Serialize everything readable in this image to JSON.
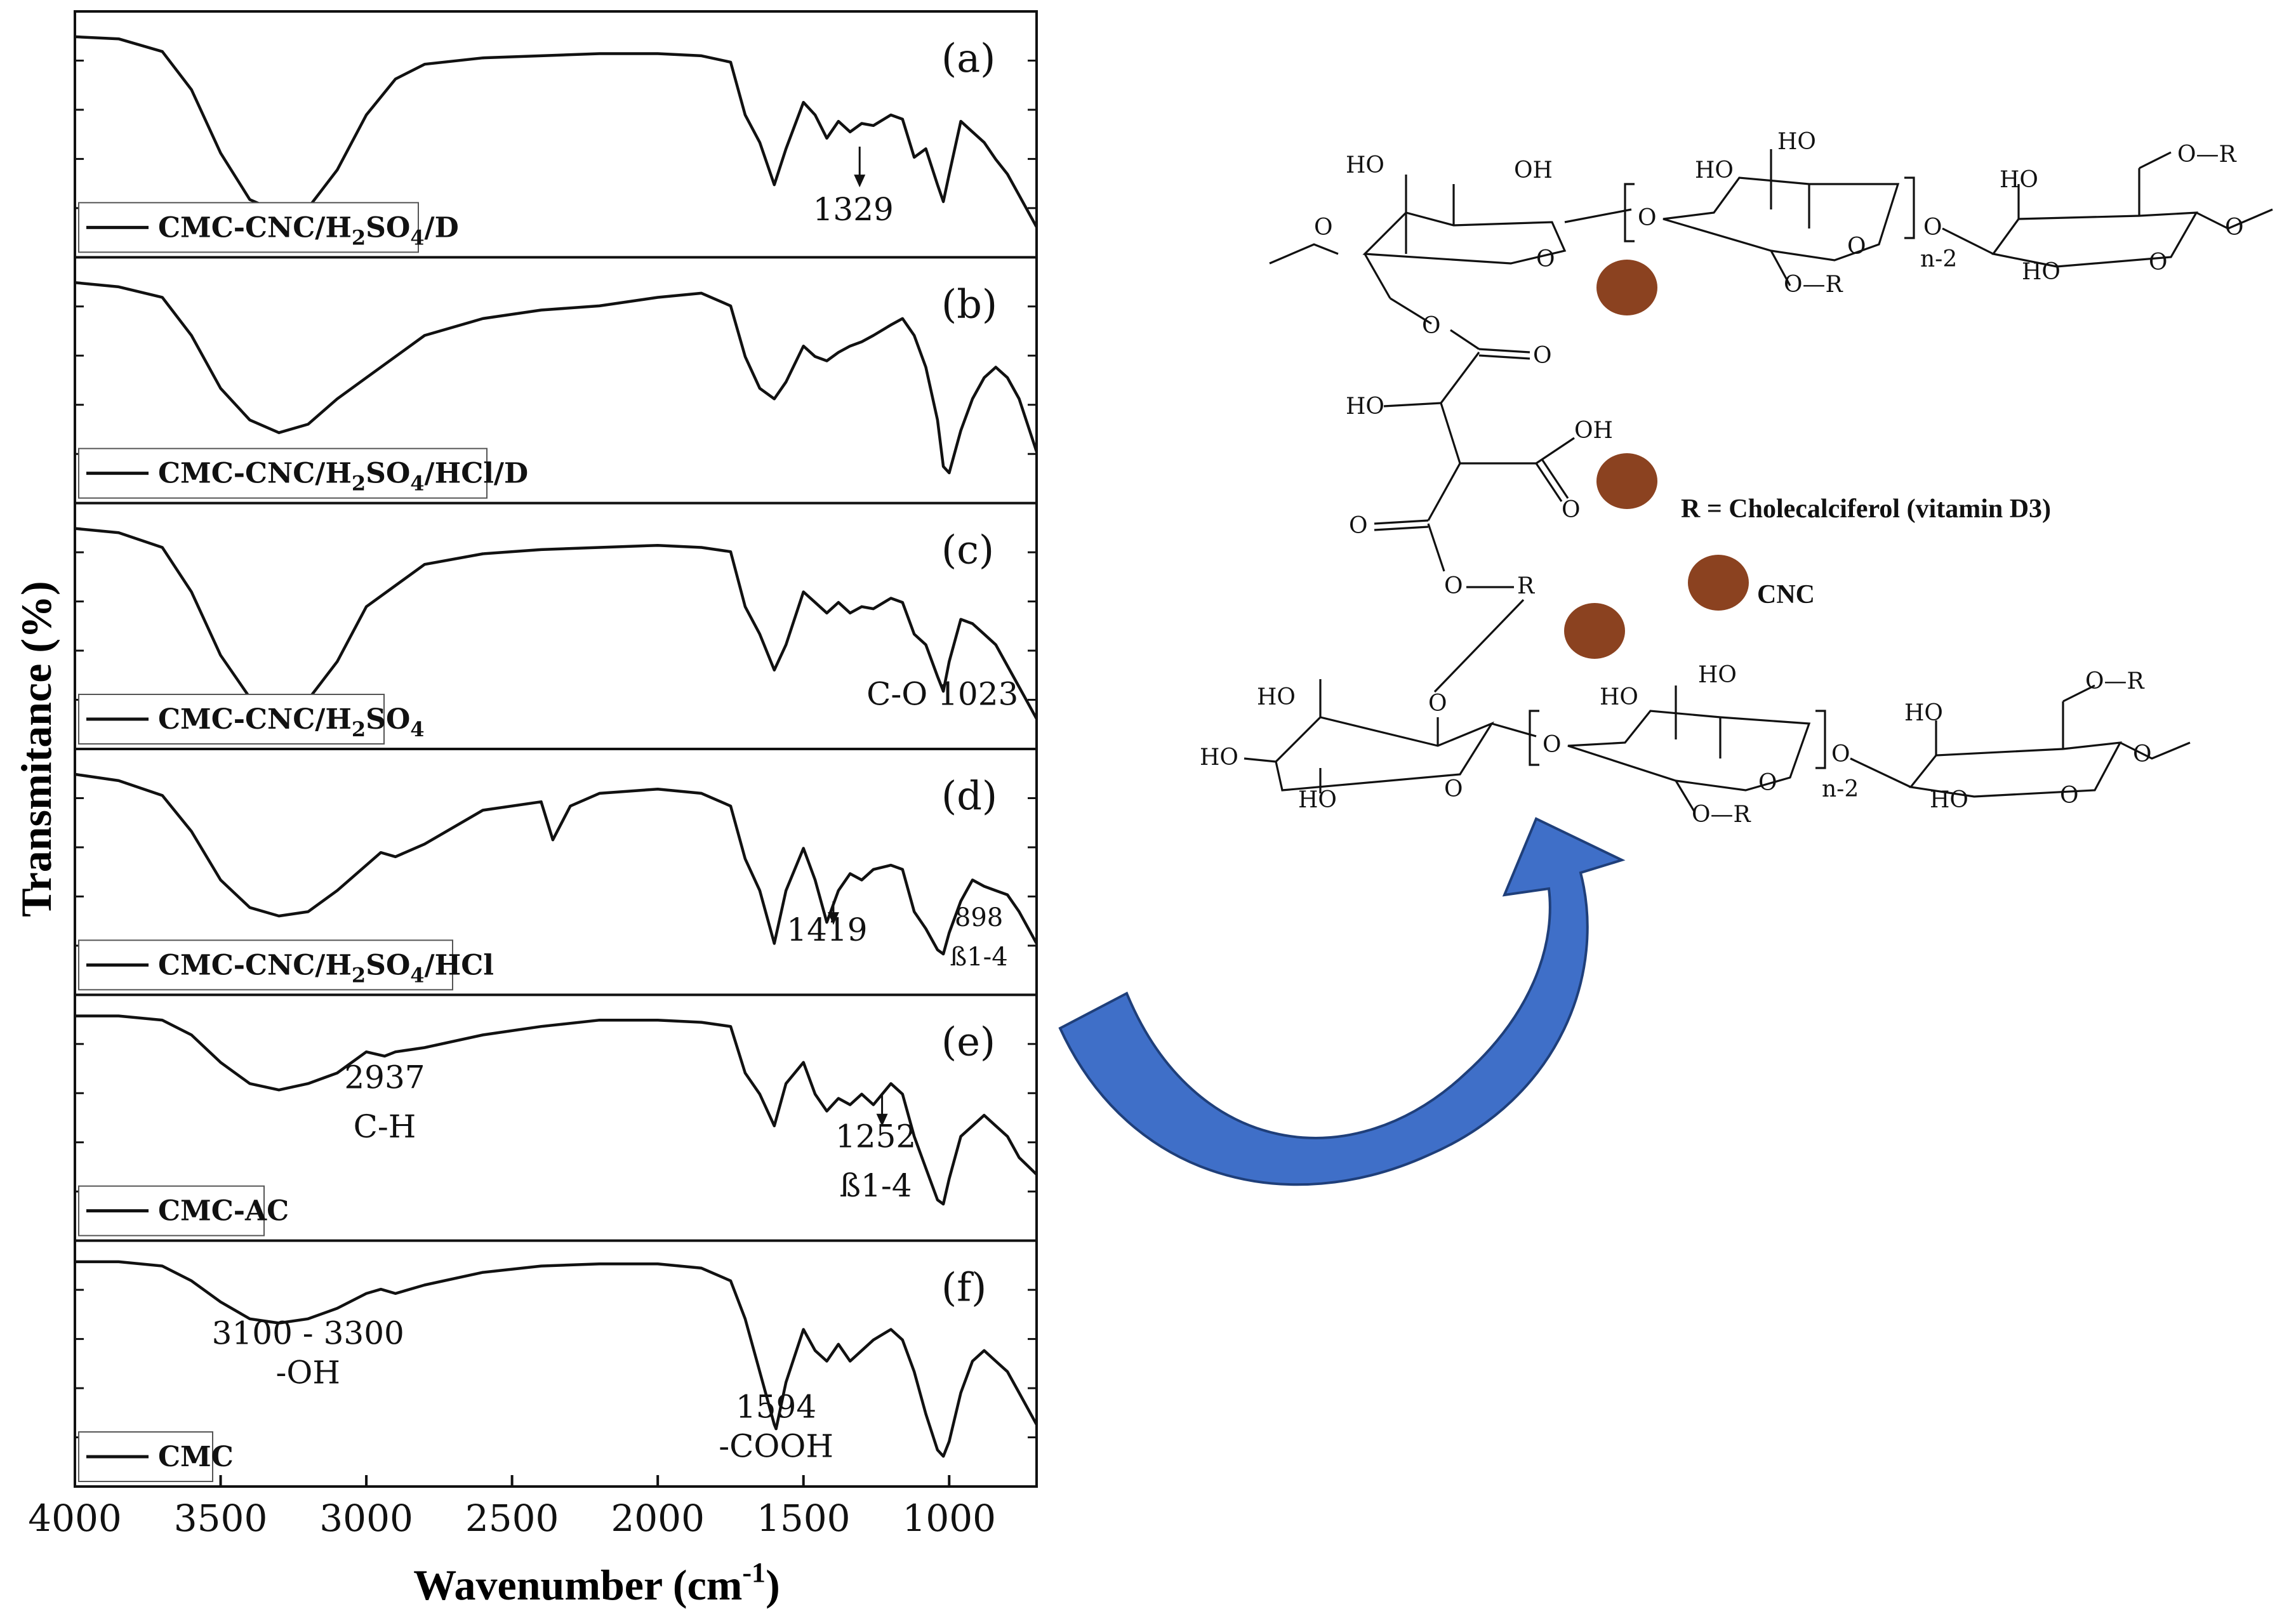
{
  "chart_data": {
    "type": "line",
    "xlabel_main": "Wavenumber (cm",
    "xlabel_sup": "-1",
    "xlabel_close": ")",
    "ylabel": "Transmitance (%)",
    "xlim": [
      4000,
      700
    ],
    "x_ticks": [
      "4000",
      "3500",
      "3000",
      "2500",
      "2000",
      "1500",
      "1000"
    ],
    "x_tick_values": [
      4000,
      3500,
      3000,
      2500,
      2000,
      1500,
      1000
    ],
    "grid": false,
    "panels": [
      {
        "tag": "(a)",
        "name_html": "CMC-CNC/H<sub>2</sub>SO<sub>4</sub>/D",
        "legend": {
          "pre": "CMC-CNC/H",
          "s1": "2",
          "mid": "SO",
          "s2": "4",
          "post": "/D"
        },
        "annotations": [
          {
            "text": "1329",
            "x": 1329
          }
        ],
        "x": [
          4000,
          3850,
          3700,
          3600,
          3500,
          3400,
          3300,
          3200,
          3100,
          3000,
          2900,
          2800,
          2600,
          2400,
          2200,
          2000,
          1850,
          1750,
          1700,
          1650,
          1600,
          1560,
          1500,
          1460,
          1420,
          1380,
          1340,
          1300,
          1260,
          1200,
          1160,
          1120,
          1080,
          1040,
          1020,
          1000,
          960,
          920,
          880,
          840,
          800,
          760,
          700
        ],
        "y": [
          0.05,
          0.06,
          0.12,
          0.3,
          0.6,
          0.82,
          0.88,
          0.86,
          0.68,
          0.42,
          0.25,
          0.18,
          0.15,
          0.14,
          0.13,
          0.13,
          0.14,
          0.17,
          0.42,
          0.55,
          0.75,
          0.58,
          0.36,
          0.42,
          0.53,
          0.45,
          0.5,
          0.46,
          0.47,
          0.42,
          0.44,
          0.62,
          0.58,
          0.75,
          0.83,
          0.7,
          0.45,
          0.5,
          0.55,
          0.63,
          0.7,
          0.8,
          0.95
        ]
      },
      {
        "tag": "(b)",
        "name_html": "CMC-CNC/H<sub>2</sub>SO<sub>4</sub>/HCl/D",
        "legend": {
          "pre": "CMC-CNC/H",
          "s1": "2",
          "mid": "SO",
          "s2": "4",
          "post": "/HCl/D"
        },
        "annotations": [],
        "x": [
          4000,
          3850,
          3700,
          3600,
          3500,
          3400,
          3300,
          3200,
          3100,
          3000,
          2900,
          2800,
          2600,
          2400,
          2200,
          2000,
          1850,
          1750,
          1700,
          1650,
          1600,
          1560,
          1500,
          1460,
          1420,
          1380,
          1340,
          1300,
          1260,
          1200,
          1160,
          1120,
          1080,
          1040,
          1020,
          1000,
          960,
          920,
          880,
          840,
          800,
          760,
          700
        ],
        "y": [
          0.05,
          0.07,
          0.12,
          0.3,
          0.55,
          0.7,
          0.76,
          0.72,
          0.6,
          0.5,
          0.4,
          0.3,
          0.22,
          0.18,
          0.16,
          0.12,
          0.1,
          0.16,
          0.4,
          0.55,
          0.6,
          0.52,
          0.35,
          0.4,
          0.42,
          0.38,
          0.35,
          0.33,
          0.3,
          0.25,
          0.22,
          0.3,
          0.45,
          0.7,
          0.92,
          0.95,
          0.75,
          0.6,
          0.5,
          0.45,
          0.5,
          0.6,
          0.85
        ]
      },
      {
        "tag": "(c)",
        "name_html": "CMC-CNC/H<sub>2</sub>SO<sub>4</sub>",
        "legend": {
          "pre": "CMC-CNC/H",
          "s1": "2",
          "mid": "SO",
          "s2": "4",
          "post": ""
        },
        "annotations": [
          {
            "text": "C-O 1023",
            "x": 1023
          }
        ],
        "x": [
          4000,
          3850,
          3700,
          3600,
          3500,
          3400,
          3300,
          3200,
          3100,
          3000,
          2900,
          2800,
          2600,
          2400,
          2200,
          2000,
          1850,
          1750,
          1700,
          1650,
          1600,
          1560,
          1500,
          1460,
          1420,
          1380,
          1340,
          1300,
          1260,
          1200,
          1160,
          1120,
          1080,
          1040,
          1020,
          1000,
          960,
          920,
          880,
          840,
          800,
          760,
          700
        ],
        "y": [
          0.05,
          0.07,
          0.14,
          0.35,
          0.65,
          0.85,
          0.9,
          0.86,
          0.68,
          0.42,
          0.32,
          0.22,
          0.17,
          0.15,
          0.14,
          0.13,
          0.14,
          0.16,
          0.42,
          0.55,
          0.72,
          0.6,
          0.35,
          0.4,
          0.45,
          0.4,
          0.45,
          0.42,
          0.43,
          0.38,
          0.4,
          0.55,
          0.6,
          0.75,
          0.82,
          0.68,
          0.48,
          0.5,
          0.55,
          0.6,
          0.7,
          0.8,
          0.95
        ]
      },
      {
        "tag": "(d)",
        "name_html": "CMC-CNC/H<sub>2</sub>SO<sub>4</sub>/HCl",
        "legend": {
          "pre": "CMC-CNC/H",
          "s1": "2",
          "mid": "SO",
          "s2": "4",
          "post": "/HCl"
        },
        "annotations": [
          {
            "text": "1419",
            "x": 1419
          },
          {
            "text": "898",
            "x": 898
          },
          {
            "text": "ß1-4",
            "x": 898
          }
        ],
        "x": [
          4000,
          3850,
          3700,
          3600,
          3500,
          3400,
          3300,
          3200,
          3100,
          3000,
          2950,
          2900,
          2800,
          2600,
          2400,
          2360,
          2300,
          2200,
          2000,
          1850,
          1750,
          1700,
          1650,
          1600,
          1560,
          1500,
          1460,
          1420,
          1380,
          1340,
          1300,
          1260,
          1200,
          1160,
          1120,
          1080,
          1040,
          1020,
          1000,
          960,
          920,
          880,
          840,
          800,
          760,
          700
        ],
        "y": [
          0.05,
          0.08,
          0.15,
          0.32,
          0.55,
          0.68,
          0.72,
          0.7,
          0.6,
          0.48,
          0.42,
          0.44,
          0.38,
          0.22,
          0.18,
          0.36,
          0.2,
          0.14,
          0.12,
          0.14,
          0.2,
          0.45,
          0.6,
          0.85,
          0.6,
          0.4,
          0.55,
          0.75,
          0.6,
          0.52,
          0.55,
          0.5,
          0.48,
          0.5,
          0.7,
          0.78,
          0.88,
          0.9,
          0.8,
          0.65,
          0.55,
          0.58,
          0.6,
          0.62,
          0.7,
          0.85
        ]
      },
      {
        "tag": "(e)",
        "name_html": "CMC-AC",
        "legend": {
          "pre": "CMC-AC",
          "s1": "",
          "mid": "",
          "s2": "",
          "post": ""
        },
        "annotations": [
          {
            "text": "2937",
            "x": 2937
          },
          {
            "text": "C-H",
            "x": 2937
          },
          {
            "text": "1252",
            "x": 1252
          },
          {
            "text": "ß1-4",
            "x": 1252
          }
        ],
        "x": [
          4000,
          3850,
          3700,
          3600,
          3500,
          3400,
          3300,
          3200,
          3100,
          3000,
          2937,
          2900,
          2800,
          2600,
          2400,
          2200,
          2000,
          1850,
          1750,
          1700,
          1650,
          1600,
          1560,
          1500,
          1460,
          1420,
          1380,
          1340,
          1300,
          1260,
          1200,
          1160,
          1120,
          1080,
          1040,
          1020,
          1000,
          960,
          920,
          880,
          840,
          800,
          760,
          700
        ],
        "y": [
          0.03,
          0.03,
          0.05,
          0.12,
          0.25,
          0.35,
          0.38,
          0.35,
          0.3,
          0.2,
          0.22,
          0.2,
          0.18,
          0.12,
          0.08,
          0.05,
          0.05,
          0.06,
          0.08,
          0.3,
          0.4,
          0.55,
          0.35,
          0.25,
          0.4,
          0.48,
          0.42,
          0.45,
          0.4,
          0.45,
          0.35,
          0.4,
          0.6,
          0.75,
          0.9,
          0.92,
          0.8,
          0.6,
          0.55,
          0.5,
          0.55,
          0.6,
          0.7,
          0.78
        ]
      },
      {
        "tag": "(f)",
        "name_html": "CMC",
        "legend": {
          "pre": "CMC",
          "s1": "",
          "mid": "",
          "s2": "",
          "post": ""
        },
        "annotations": [
          {
            "text": "3100 - 3300",
            "x": 3200
          },
          {
            "text": "-OH",
            "x": 3200
          },
          {
            "text": "1594",
            "x": 1594
          },
          {
            "text": "-COOH",
            "x": 1594
          }
        ],
        "x": [
          4000,
          3850,
          3700,
          3600,
          3500,
          3400,
          3300,
          3200,
          3100,
          3000,
          2950,
          2900,
          2800,
          2600,
          2400,
          2200,
          2000,
          1850,
          1750,
          1700,
          1650,
          1600,
          1594,
          1560,
          1500,
          1460,
          1420,
          1380,
          1340,
          1300,
          1260,
          1200,
          1160,
          1120,
          1080,
          1040,
          1020,
          1000,
          960,
          920,
          880,
          840,
          800,
          760,
          700
        ],
        "y": [
          0.03,
          0.03,
          0.05,
          0.12,
          0.22,
          0.3,
          0.32,
          0.3,
          0.25,
          0.18,
          0.16,
          0.18,
          0.14,
          0.08,
          0.05,
          0.04,
          0.04,
          0.06,
          0.12,
          0.3,
          0.55,
          0.8,
          0.82,
          0.6,
          0.35,
          0.45,
          0.5,
          0.42,
          0.5,
          0.45,
          0.4,
          0.35,
          0.4,
          0.55,
          0.75,
          0.92,
          0.95,
          0.88,
          0.65,
          0.5,
          0.45,
          0.5,
          0.55,
          0.65,
          0.8
        ]
      }
    ]
  },
  "scheme": {
    "ho": "HO",
    "oh": "OH",
    "o": "O",
    "or": "O—R",
    "r": "R",
    "n2": "n-2",
    "r_definition": "R = Cholecalciferol (vitamin D3)",
    "cnc_label": "CNC",
    "particle_color": "#8B4220",
    "arrow_color": "#3F6FC8",
    "arrow_dark": "#2A4F9A"
  }
}
